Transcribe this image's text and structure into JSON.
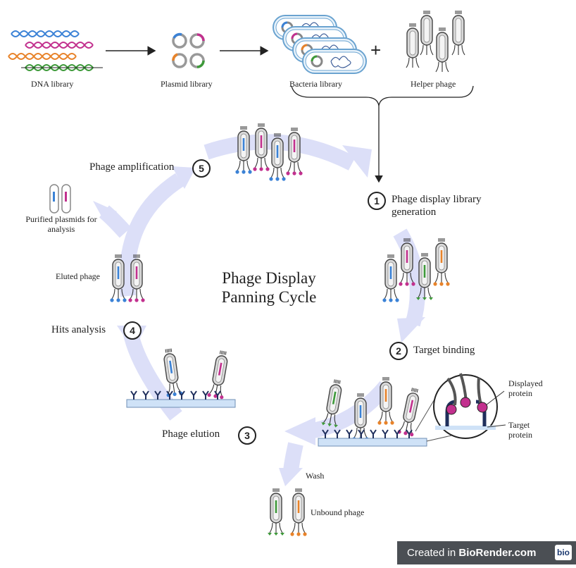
{
  "top_row": {
    "dna_library": "DNA library",
    "plasmid_library": "Plasmid library",
    "bacteria_library": "Bacteria library",
    "helper_phage": "Helper phage",
    "plus": "+"
  },
  "title": "Phage Display Panning Cycle",
  "steps": [
    {
      "number": "1",
      "label": "Phage display library generation"
    },
    {
      "number": "2",
      "label": "Target binding"
    },
    {
      "number": "3",
      "label": "Phage elution"
    },
    {
      "number": "4",
      "label": "Hits analysis"
    },
    {
      "number": "5",
      "label": "Phage amplification"
    }
  ],
  "labels": {
    "purified_plasmids": "Purified plasmids for analysis",
    "eluted_phage": "Eluted phage",
    "wash": "Wash",
    "unbound_phage": "Unbound phage",
    "displayed_protein": "Displayed protein",
    "target_protein": "Target protein"
  },
  "credit": {
    "prefix": "Created in",
    "brand": "BioRender.com",
    "logo": "bio"
  },
  "colors": {
    "cycle_arrow": "#d9dcf7",
    "blue": "#3b82d6",
    "magenta": "#c2308e",
    "orange": "#e8832a",
    "green": "#3e9a3a",
    "surface": "#cfe2f7",
    "receptor": "#1f2f5c"
  }
}
